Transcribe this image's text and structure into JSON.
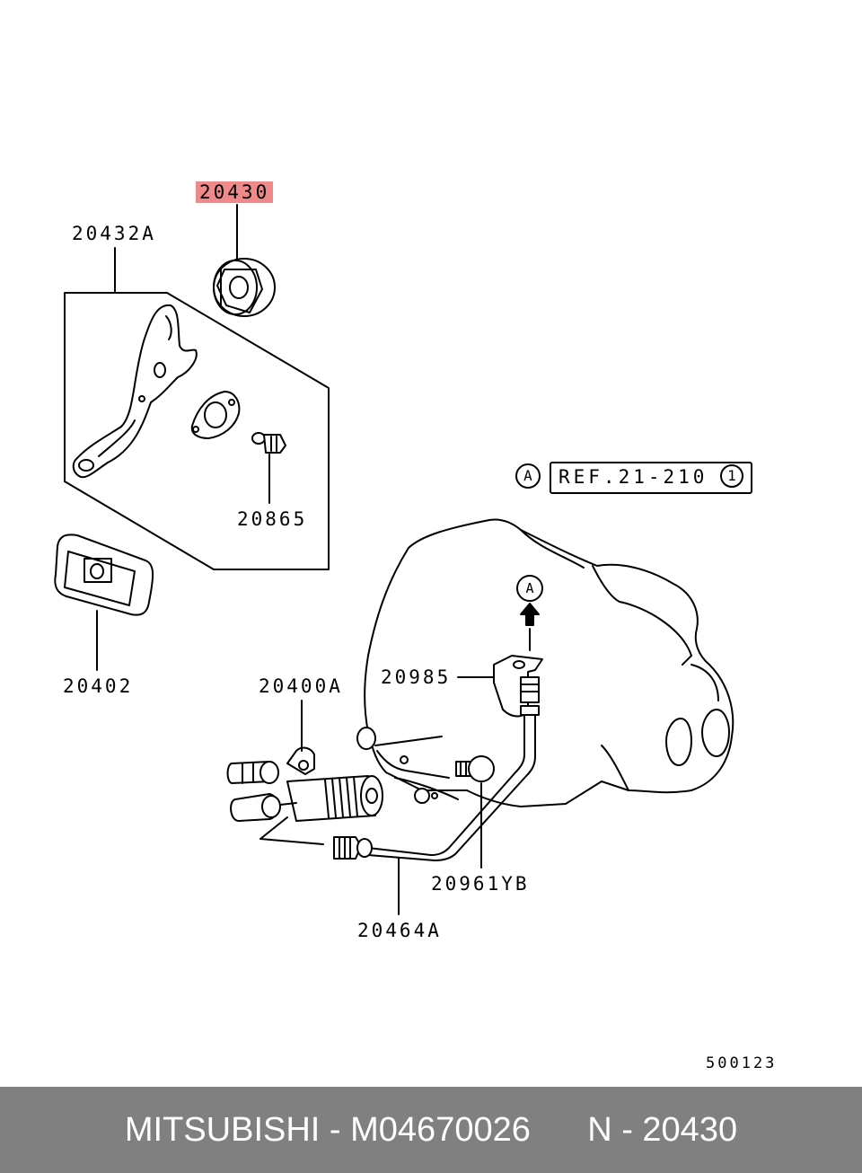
{
  "labels": {
    "p20430": "20430",
    "p20432a": "20432A",
    "p20865": "20865",
    "p20402": "20402",
    "p20400a": "20400A",
    "p20985": "20985",
    "p20961yb": "20961YB",
    "p20464a": "20464A",
    "ref": "REF.21-210",
    "ref_circle_a": "A",
    "ref_circle_1": "1",
    "arrow_circle_a": "A",
    "drawing_no": "500123"
  },
  "highlight_color": "#f08a8a",
  "footer": {
    "brand": "MITSUBISHI",
    "part_no": "M04670026",
    "ref_no": "N - 20430",
    "text": "MITSUBISHI - M04670026      N - 20430"
  }
}
